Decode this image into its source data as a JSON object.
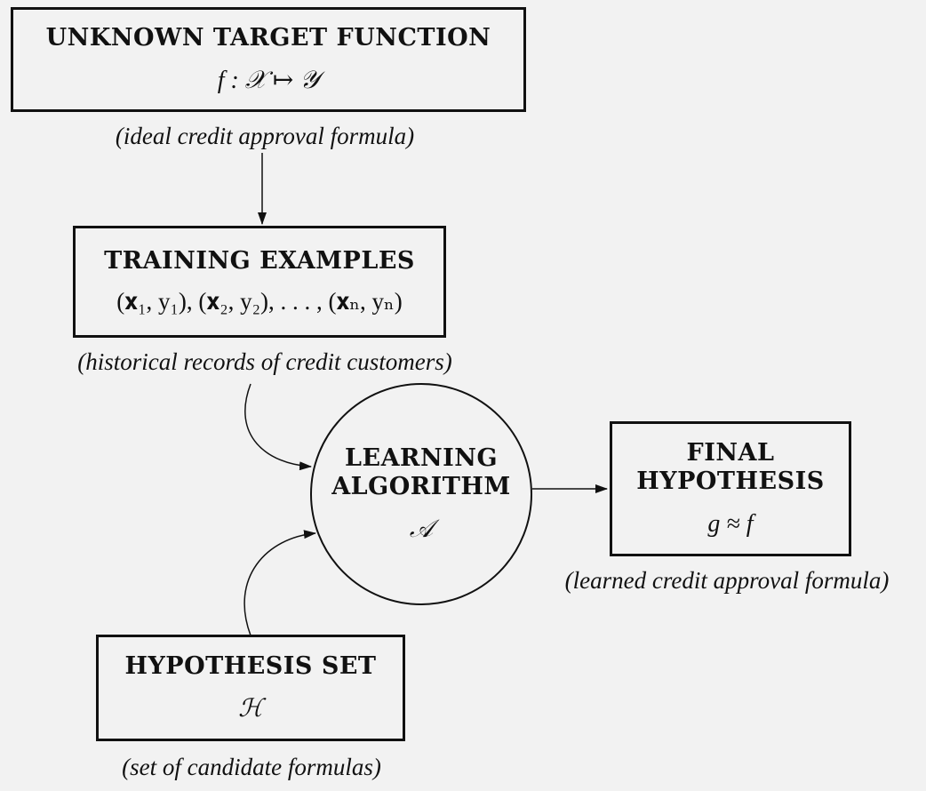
{
  "diagram": {
    "target_function": {
      "title": "UNKNOWN TARGET FUNCTION",
      "formula": "f : 𝒳 ↦ 𝒴",
      "caption": "(ideal credit approval formula)"
    },
    "training_examples": {
      "title": "TRAINING EXAMPLES",
      "formula": "(𝐱₁, y₁), (𝐱₂, y₂), . . . , (𝐱ₙ, yₙ)",
      "caption": "(historical records of credit customers)"
    },
    "learning_algorithm": {
      "title_line1": "LEARNING",
      "title_line2": "ALGORITHM",
      "formula": "𝒜"
    },
    "final_hypothesis": {
      "title_line1": "FINAL",
      "title_line2": "HYPOTHESIS",
      "formula": "g ≈ f",
      "caption": "(learned credit approval formula)"
    },
    "hypothesis_set": {
      "title": "HYPOTHESIS SET",
      "formula": "ℋ",
      "caption": "(set of candidate formulas)"
    }
  }
}
